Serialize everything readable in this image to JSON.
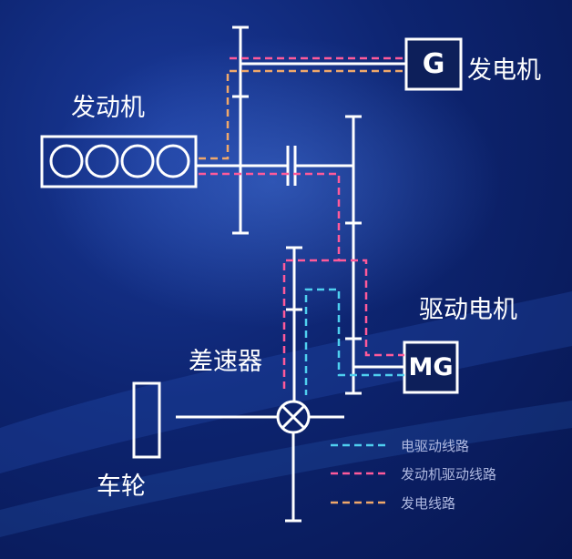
{
  "labels": {
    "generator": "发电机",
    "engine": "发动机",
    "drive_motor": "驱动电机",
    "differential": "差速器",
    "wheel": "车轮"
  },
  "boxes": {
    "generator": "G",
    "motor": "MG"
  },
  "legend": [
    {
      "label": "电驱动线路",
      "color": "#4fd0f0"
    },
    {
      "label": "发动机驱动线路",
      "color": "#ff5a9a"
    },
    {
      "label": "发电线路",
      "color": "#f0a86a"
    }
  ],
  "colors": {
    "line": "#ffffff",
    "electric_path": "#4fd0f0",
    "engine_path": "#ff5a9a",
    "generation_path": "#f0a86a"
  }
}
